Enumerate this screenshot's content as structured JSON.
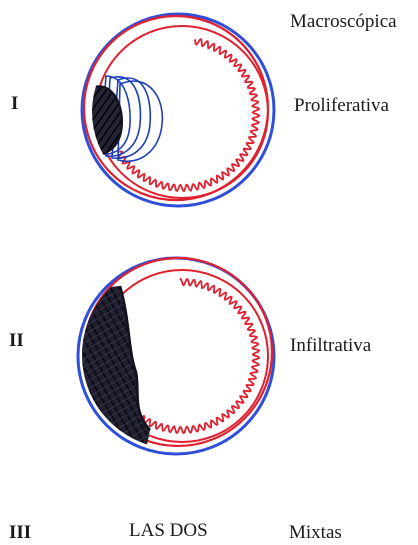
{
  "header": {
    "title": "Macroscópica"
  },
  "rows": [
    {
      "numeral": "I",
      "label": "Proliferativa"
    },
    {
      "numeral": "II",
      "label": "Infiltrativa"
    },
    {
      "numeral": "III",
      "middle": "LAS DOS",
      "label": "Mixtas"
    }
  ],
  "colors": {
    "outer_ring": "#2f4fd8",
    "inner_ring": "#e0202e",
    "mass_dark": "#1b1b2a",
    "mass_blue": "#1c3fb8"
  }
}
